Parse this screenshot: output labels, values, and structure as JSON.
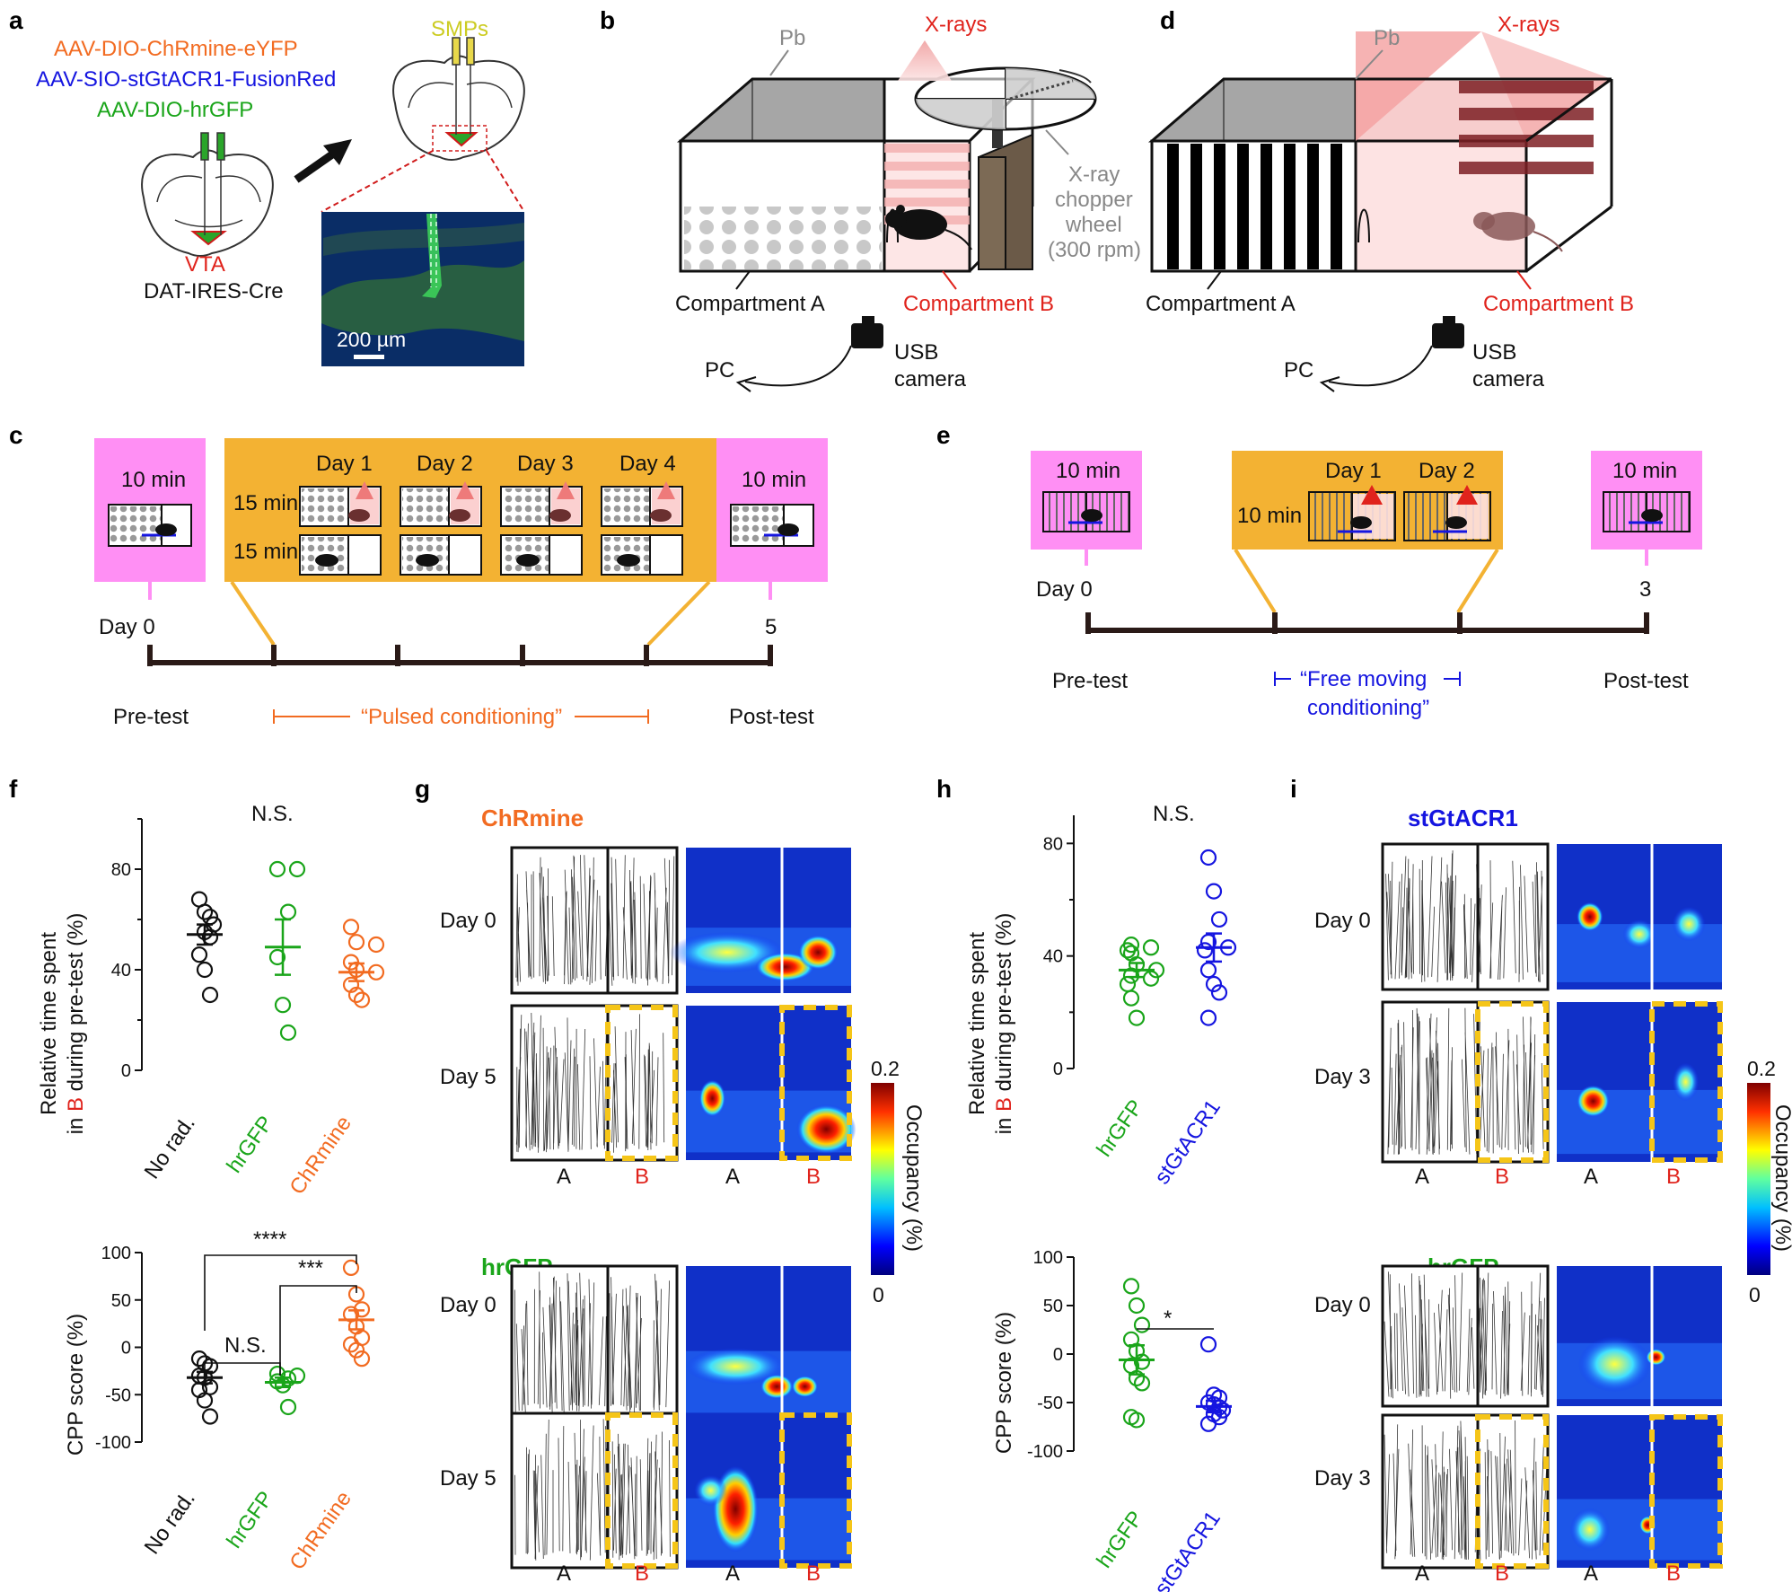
{
  "colors": {
    "orange": "#f26b21",
    "green": "#1aa51a",
    "blue": "#1515e0",
    "red": "#e0231c",
    "gray": "#888888",
    "pink": "#ff8ff4",
    "gold": "#f3b233",
    "yellow_dash": "#f5c518",
    "dark": "#2a1a17"
  },
  "panel_labels": [
    "a",
    "b",
    "c",
    "d",
    "e",
    "f",
    "g",
    "h",
    "i"
  ],
  "a": {
    "virus_chrmine": "AAV-DIO-ChRmine-eYFP",
    "virus_stgtacr1": "AAV-SIO-stGtACR1-FusionRed",
    "virus_hrgfp": "AAV-DIO-hrGFP",
    "smps": "SMPs",
    "vta": "VTA",
    "mouse_line": "DAT-IRES-Cre",
    "scale_bar_prefix": "200 ",
    "scale_bar_unit": "µm"
  },
  "b": {
    "pb": "Pb",
    "xrays": "X-rays",
    "chopper": [
      "X-ray",
      "chopper",
      "wheel",
      "(300 rpm)"
    ],
    "comp_a": "Compartment A",
    "comp_b": "Compartment B",
    "usb": "USB",
    "camera": "camera",
    "pc": "PC"
  },
  "d": {
    "pb": "Pb",
    "xrays": "X-rays",
    "comp_a": "Compartment A",
    "comp_b": "Compartment B",
    "usb": "USB",
    "camera": "camera",
    "pc": "PC"
  },
  "c": {
    "pre_duration": "10 min",
    "post_duration": "10 min",
    "days": [
      "Day 1",
      "Day 2",
      "Day 3",
      "Day 4"
    ],
    "session_top": "15 min",
    "session_bottom": "15 min",
    "day0": "Day 0",
    "day5": "5",
    "pretest": "Pre-test",
    "posttest": "Post-test",
    "conditioning": "“Pulsed conditioning”"
  },
  "e": {
    "pre_duration": "10 min",
    "post_duration": "10 min",
    "session": "10 min",
    "days": [
      "Day 1",
      "Day 2"
    ],
    "day0": "Day 0",
    "day3": "3",
    "pretest": "Pre-test",
    "posttest": "Post-test",
    "conditioning_line1": "“Free moving",
    "conditioning_line2": "conditioning”"
  },
  "f": {
    "ylabel_top_line1": "Relative time spent",
    "ylabel_top_line2_pre": "in ",
    "ylabel_top_line2_b": "B",
    "ylabel_top_line2_post": " during pre-test (%)",
    "ylabel_bottom": "CPP score (%)",
    "groups": [
      "No rad.",
      "hrGFP",
      "ChRmine"
    ],
    "ns_top": "N.S.",
    "ns_bottom": "N.S.",
    "sig_4": "****",
    "sig_3": "***"
  },
  "h": {
    "ylabel_top_line1": "Relative time spent",
    "ylabel_top_line2_pre": "in ",
    "ylabel_top_line2_b": "B",
    "ylabel_top_line2_post": " during pre-test (%)",
    "ylabel_bottom": "CPP score (%)",
    "groups": [
      "hrGFP",
      "stGtACR1"
    ],
    "ns_top": "N.S.",
    "sig": "*"
  },
  "g": {
    "title_top": "ChRmine",
    "title_bottom": "hrGFP",
    "rows": [
      "Day 0",
      "Day 5",
      "Day 0",
      "Day 5"
    ],
    "col_a": "A",
    "col_b": "B",
    "colorbar_max": "0.2",
    "colorbar_min": "0",
    "colorbar_label": "Occupancy (%)"
  },
  "i": {
    "title_top": "stGtACR1",
    "title_bottom": "hrGFP",
    "rows": [
      "Day 0",
      "Day 3",
      "Day 0",
      "Day 3"
    ],
    "col_a": "A",
    "col_b": "B",
    "colorbar_max": "0.2",
    "colorbar_min": "0",
    "colorbar_label": "Occupancy (%)"
  },
  "chart_data": [
    {
      "type": "scatter",
      "panel": "f-top",
      "ylabel": "Relative time spent in B during pre-test (%)",
      "categories": [
        "No rad.",
        "hrGFP",
        "ChRmine"
      ],
      "ylim": [
        0,
        100
      ],
      "yticks": [
        0,
        40,
        80
      ],
      "series": [
        {
          "name": "No rad.",
          "values": [
            68,
            63,
            61,
            58,
            55,
            53,
            46,
            40,
            30
          ],
          "mean": 54,
          "sem": 4
        },
        {
          "name": "hrGFP",
          "values": [
            80,
            80,
            63,
            45,
            26,
            15
          ],
          "mean": 49,
          "sem": 11
        },
        {
          "name": "ChRmine",
          "values": [
            57,
            51,
            50,
            43,
            40,
            39,
            34,
            30,
            28
          ],
          "mean": 39,
          "sem": 3.5
        }
      ],
      "annotation": "N.S."
    },
    {
      "type": "scatter",
      "panel": "f-bottom",
      "ylabel": "CPP score (%)",
      "categories": [
        "No rad.",
        "hrGFP",
        "ChRmine"
      ],
      "ylim": [
        -100,
        100
      ],
      "yticks": [
        -100,
        -50,
        0,
        50,
        100
      ],
      "series": [
        {
          "name": "No rad.",
          "values": [
            -12,
            -17,
            -20,
            -30,
            -32,
            -42,
            -45,
            -56,
            -73
          ],
          "mean": -32,
          "sem": 6
        },
        {
          "name": "hrGFP",
          "values": [
            -28,
            -30,
            -33,
            -36,
            -40,
            -63
          ],
          "mean": -37,
          "sem": 5
        },
        {
          "name": "ChRmine",
          "values": [
            84,
            56,
            40,
            35,
            22,
            10,
            3,
            -3,
            -12
          ],
          "mean": 29,
          "sem": 10
        }
      ],
      "comparisons": [
        {
          "pair": [
            "No rad.",
            "hrGFP"
          ],
          "label": "N.S."
        },
        {
          "pair": [
            "No rad.",
            "ChRmine"
          ],
          "label": "****"
        },
        {
          "pair": [
            "hrGFP",
            "ChRmine"
          ],
          "label": "***"
        }
      ]
    },
    {
      "type": "scatter",
      "panel": "h-top",
      "ylabel": "Relative time spent in B during pre-test (%)",
      "categories": [
        "hrGFP",
        "stGtACR1"
      ],
      "ylim": [
        0,
        90
      ],
      "yticks": [
        0,
        40,
        80
      ],
      "series": [
        {
          "name": "hrGFP",
          "values": [
            44,
            43,
            42,
            41,
            37,
            35,
            33,
            32,
            30,
            25,
            18
          ],
          "mean": 35,
          "sem": 2.5
        },
        {
          "name": "stGtACR1",
          "values": [
            75,
            63,
            53,
            45,
            43,
            42,
            35,
            30,
            27,
            18
          ],
          "mean": 43,
          "sem": 5
        }
      ],
      "annotation": "N.S."
    },
    {
      "type": "scatter",
      "panel": "h-bottom",
      "ylabel": "CPP score (%)",
      "categories": [
        "hrGFP",
        "stGtACR1"
      ],
      "ylim": [
        -100,
        100
      ],
      "yticks": [
        -100,
        -50,
        0,
        50,
        100
      ],
      "series": [
        {
          "name": "hrGFP",
          "values": [
            70,
            50,
            30,
            15,
            3,
            -8,
            -12,
            -25,
            -30,
            -65,
            -68
          ],
          "mean": -6,
          "sem": 15
        },
        {
          "name": "stGtACR1",
          "values": [
            10,
            -42,
            -45,
            -50,
            -52,
            -55,
            -58,
            -62,
            -65,
            -72
          ],
          "mean": -54,
          "sem": 6
        }
      ],
      "comparisons": [
        {
          "pair": [
            "hrGFP",
            "stGtACR1"
          ],
          "label": "*"
        }
      ]
    }
  ]
}
